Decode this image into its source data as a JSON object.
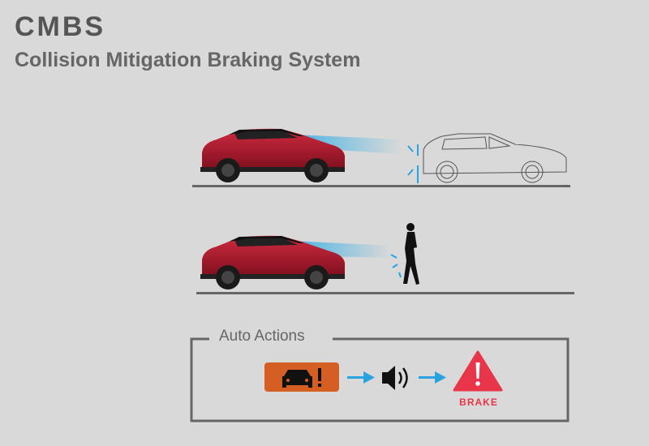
{
  "header": {
    "title": "CMBS",
    "subtitle": "Collision Mitigation Braking System"
  },
  "auto_actions": {
    "label": "Auto Actions",
    "steps": [
      {
        "icon": "car-warning-icon",
        "color": "#d55f22"
      },
      {
        "icon": "speaker-icon"
      },
      {
        "icon": "warning-triangle-icon",
        "label": "BRAKE",
        "color": "#e8354a"
      }
    ],
    "arrow_color": "#29a3e0"
  },
  "colors": {
    "car": "#b01a2e",
    "beam": "#5bbce6",
    "ground": "#666666"
  }
}
